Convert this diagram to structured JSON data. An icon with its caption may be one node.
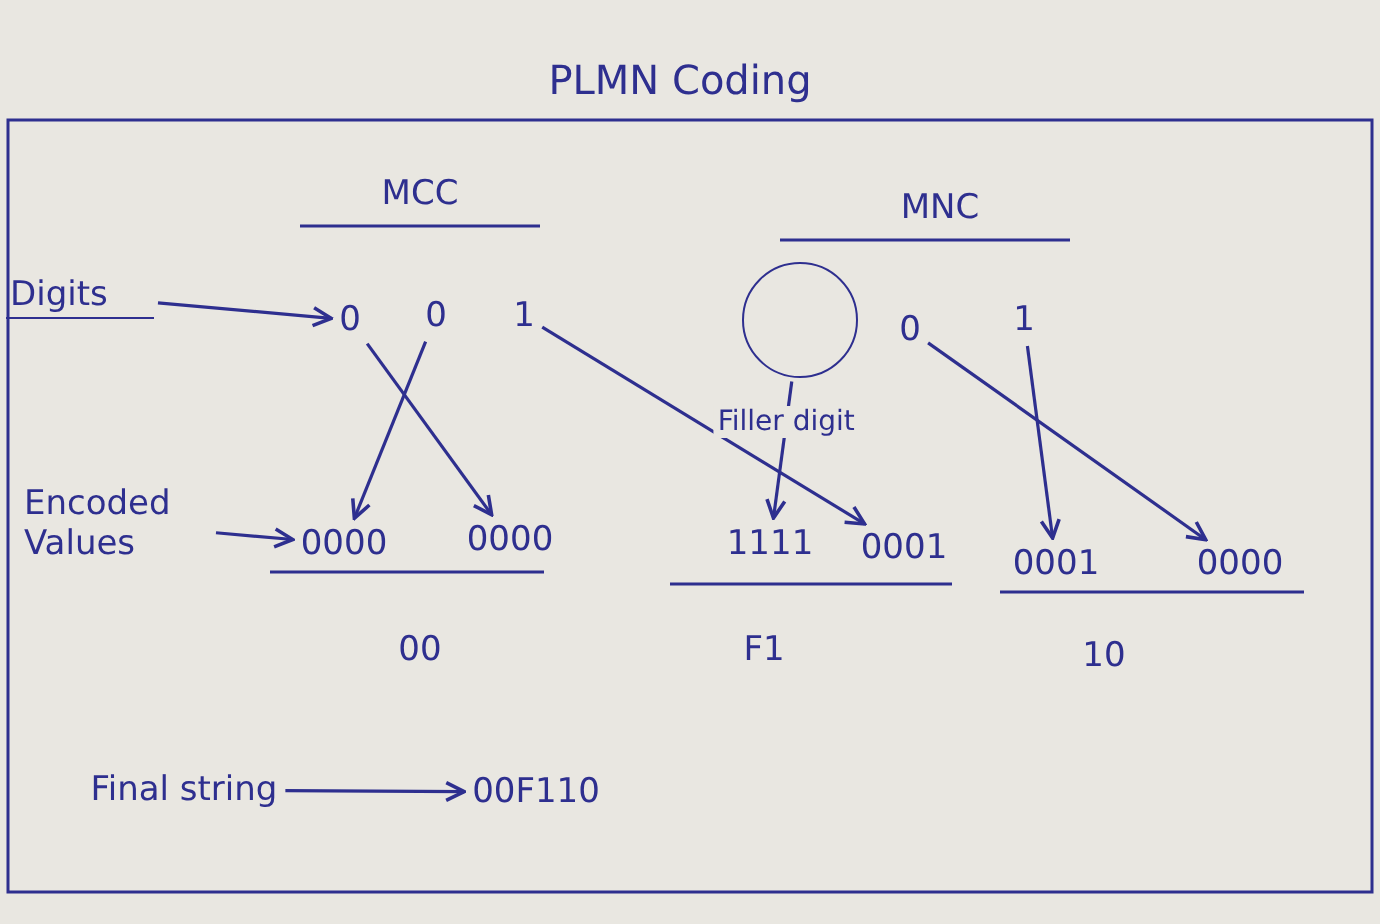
{
  "diagram": {
    "title": "PLMN Coding",
    "nodes": [
      {
        "text": [
          "Digits"
        ]
      },
      {
        "text": [
          "0"
        ]
      },
      {
        "text": [
          "0"
        ]
      },
      {
        "text": [
          "1"
        ]
      },
      {
        "text": [],
        "shape": "circle"
      },
      {
        "text": [
          "0"
        ]
      },
      {
        "text": [
          "1"
        ]
      },
      {
        "text": [
          "Encoded Values"
        ]
      },
      {
        "text": [
          "0000"
        ]
      },
      {
        "text": [
          "0000"
        ]
      },
      {
        "text": [
          "1111"
        ]
      },
      {
        "text": [
          "0001"
        ]
      },
      {
        "text": [
          "0001"
        ]
      },
      {
        "text": [
          "0000"
        ]
      },
      {
        "text": [
          "Final string"
        ]
      },
      {
        "text": [
          "00F110"
        ]
      }
    ],
    "edges": [
      {
        "from": 0,
        "to": 1,
        "arrow": "to"
      },
      {
        "from": 1,
        "to": 9,
        "arrow": "to"
      },
      {
        "from": 2,
        "to": 8,
        "arrow": "to"
      },
      {
        "from": 3,
        "to": 11,
        "arrow": "to"
      },
      {
        "from": 4,
        "to": 10,
        "arrow": "to",
        "label": "Filler digit"
      },
      {
        "from": 5,
        "to": 13,
        "arrow": "to"
      },
      {
        "from": 6,
        "to": 12,
        "arrow": "to"
      },
      {
        "from": 7,
        "to": 8,
        "arrow": "to"
      },
      {
        "from": 14,
        "to": 15,
        "arrow": "to"
      }
    ],
    "labels": [
      "MCC",
      "MNC",
      "00",
      "F1",
      "10"
    ]
  }
}
